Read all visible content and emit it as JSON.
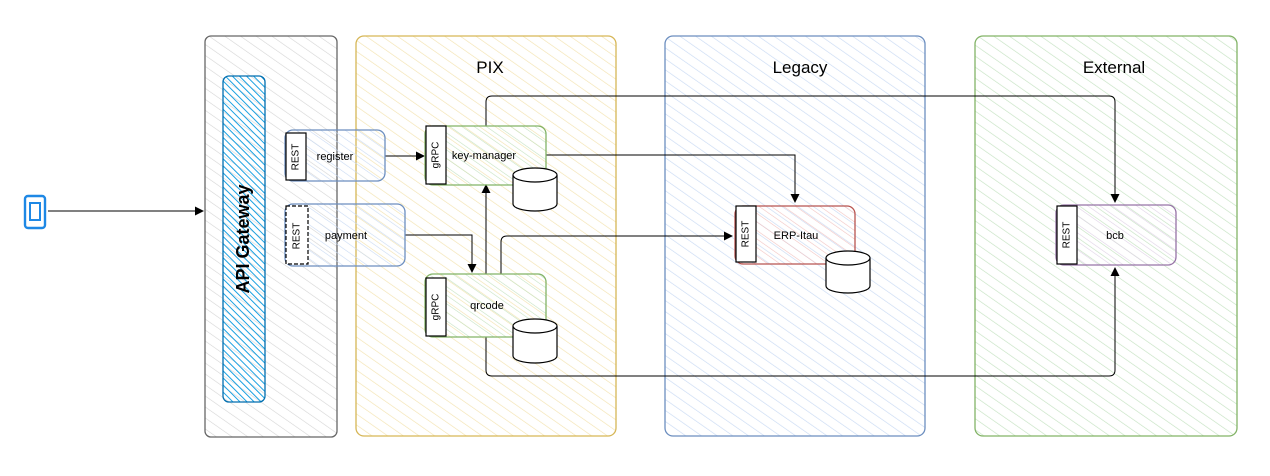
{
  "diagram": {
    "zones": {
      "pix": {
        "label": "PIX",
        "fill": "#fff2cc",
        "stroke": "#d6b656"
      },
      "legacy": {
        "label": "Legacy",
        "fill": "#dae8fc",
        "stroke": "#6c8ebf"
      },
      "external": {
        "label": "External",
        "fill": "#d5e8d4",
        "stroke": "#82b366"
      },
      "gateway_zone": {
        "fill": "#f5f5f5",
        "stroke": "#666666"
      }
    },
    "gateway": {
      "label": "API Gateway",
      "fill": "#1ba1e2",
      "stroke": "#006eaf"
    },
    "client": {
      "icon": "smartphone-icon",
      "color": "#1e88e5"
    },
    "nodes": {
      "register": {
        "label": "register",
        "tag": "REST",
        "fill": "#dae8fc",
        "stroke": "#6c8ebf"
      },
      "payment": {
        "label": "payment",
        "tag": "REST",
        "fill": "#dae8fc",
        "stroke": "#6c8ebf"
      },
      "key_manager": {
        "label": "key-manager",
        "tag": "gRPC",
        "fill": "#d5e8d4",
        "stroke": "#82b366"
      },
      "qrcode": {
        "label": "qrcode",
        "tag": "gRPC",
        "fill": "#d5e8d4",
        "stroke": "#82b366"
      },
      "erp_itau": {
        "label": "ERP-Itau",
        "tag": "REST",
        "fill": "#f8cecc",
        "stroke": "#b85450"
      },
      "bcb": {
        "label": "bcb",
        "tag": "REST",
        "fill": "#e1d5e7",
        "stroke": "#9673a6"
      }
    },
    "databases": [
      "key-manager-db",
      "qrcode-db",
      "erp-itau-db"
    ],
    "edges": [
      "client-to-gateway",
      "register-to-key-manager",
      "payment-to-qrcode",
      "qrcode-to-key-manager",
      "key-manager-to-erp-itau",
      "key-manager-to-bcb",
      "qrcode-to-erp-itau",
      "qrcode-to-bcb"
    ]
  }
}
